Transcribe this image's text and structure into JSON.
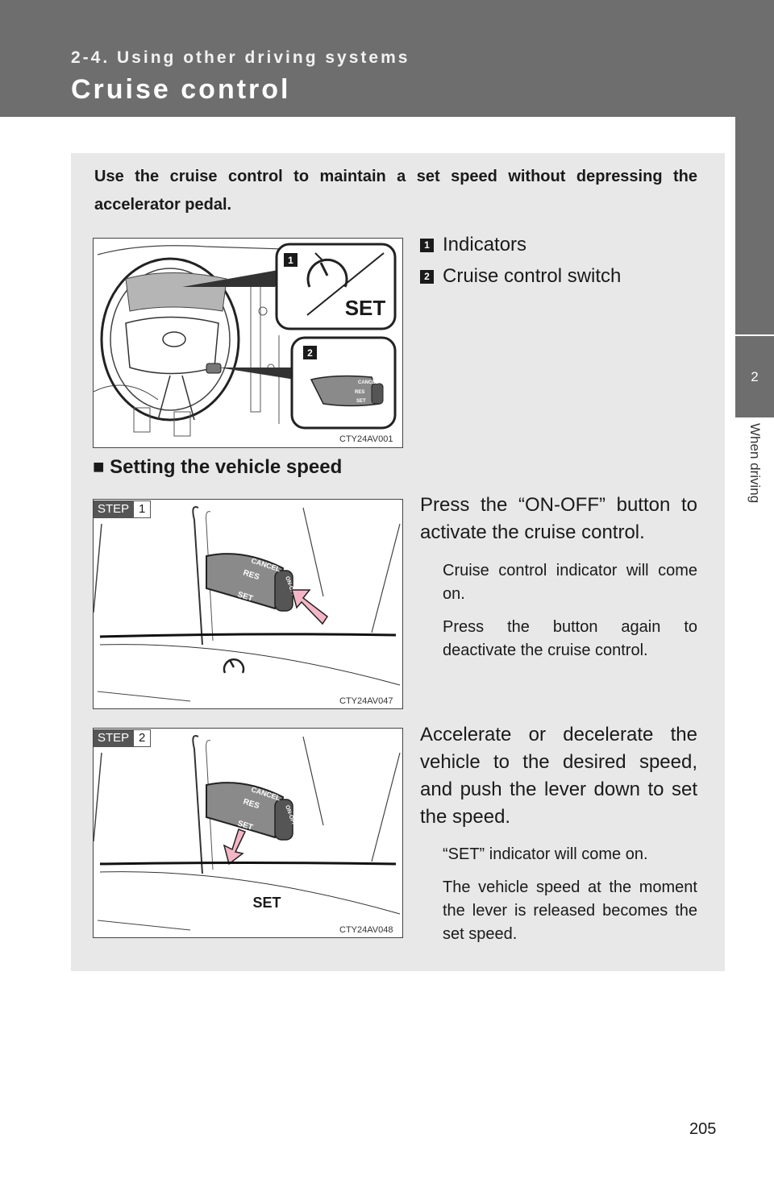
{
  "header": {
    "section": "2-4. Using other driving systems",
    "title": "Cruise control"
  },
  "side_tab": {
    "chapter_number": "2",
    "chapter_label": "When driving"
  },
  "intro": "Use the cruise control to maintain a set speed without depressing the accelerator pedal.",
  "figure_main": {
    "code": "CTY24AV001",
    "callouts": [
      "1",
      "2"
    ],
    "indicator_label": "SET",
    "legend": [
      {
        "number": "1",
        "label": "Indicators"
      },
      {
        "number": "2",
        "label": "Cruise control switch"
      }
    ]
  },
  "lever_labels": {
    "cancel": "CANCEL",
    "res": "RES",
    "set": "SET",
    "onoff": "ON-OFF"
  },
  "section_heading": "■ Setting the vehicle speed",
  "steps": [
    {
      "step_word": "STEP",
      "step_number": "1",
      "figure_code": "CTY24AV047",
      "text": "Press the “ON-OFF” button to activate the cruise control.",
      "notes": [
        "Cruise control indicator will come on.",
        "Press the button again to deactivate the cruise control."
      ]
    },
    {
      "step_word": "STEP",
      "step_number": "2",
      "figure_code": "CTY24AV048",
      "indicator_label": "SET",
      "text": "Accelerate or decelerate the vehicle to the desired speed, and push the lever down to set the speed.",
      "notes": [
        "“SET” indicator will come on.",
        "The vehicle speed at the moment the lever is released becomes the set speed."
      ]
    }
  ],
  "page_number": "205"
}
